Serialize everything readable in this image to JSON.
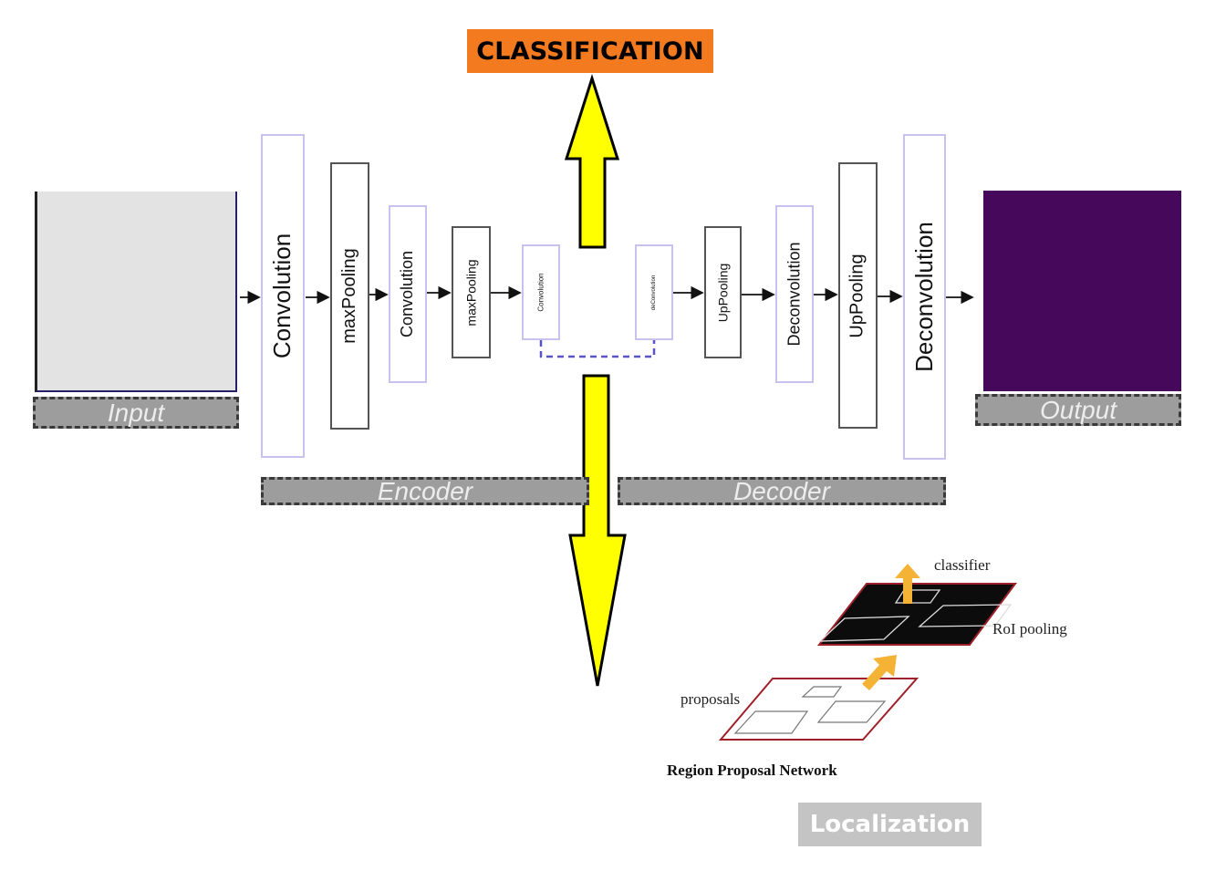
{
  "labels": {
    "classification": "CLASSIFICATION",
    "localization": "Localization",
    "input": "Input",
    "output": "Output",
    "encoder": "Encoder",
    "decoder": "Decoder"
  },
  "layers": {
    "l1": "Convolution",
    "l2": "maxPooling",
    "l3": "Convolution",
    "l4": "maxPooling",
    "l5": "Convolution",
    "l6": "deConvolution",
    "l7": "UpPooling",
    "l8": "Deconvolution",
    "l9": "UpPooling",
    "l10": "Deconvolution"
  },
  "rpn": {
    "classifier": "classifier",
    "roi_pooling": "RoI pooling",
    "proposals": "proposals",
    "title": "Region Proposal Network"
  },
  "colors": {
    "classification_bg": "#f47a1f",
    "localization_bg": "#c4c4c4",
    "arrow_fill": "#ffff00",
    "output_bg": "#45085a",
    "layer_border_purple": "#c8c2ef",
    "rpn_arrow": "#f5b335"
  }
}
